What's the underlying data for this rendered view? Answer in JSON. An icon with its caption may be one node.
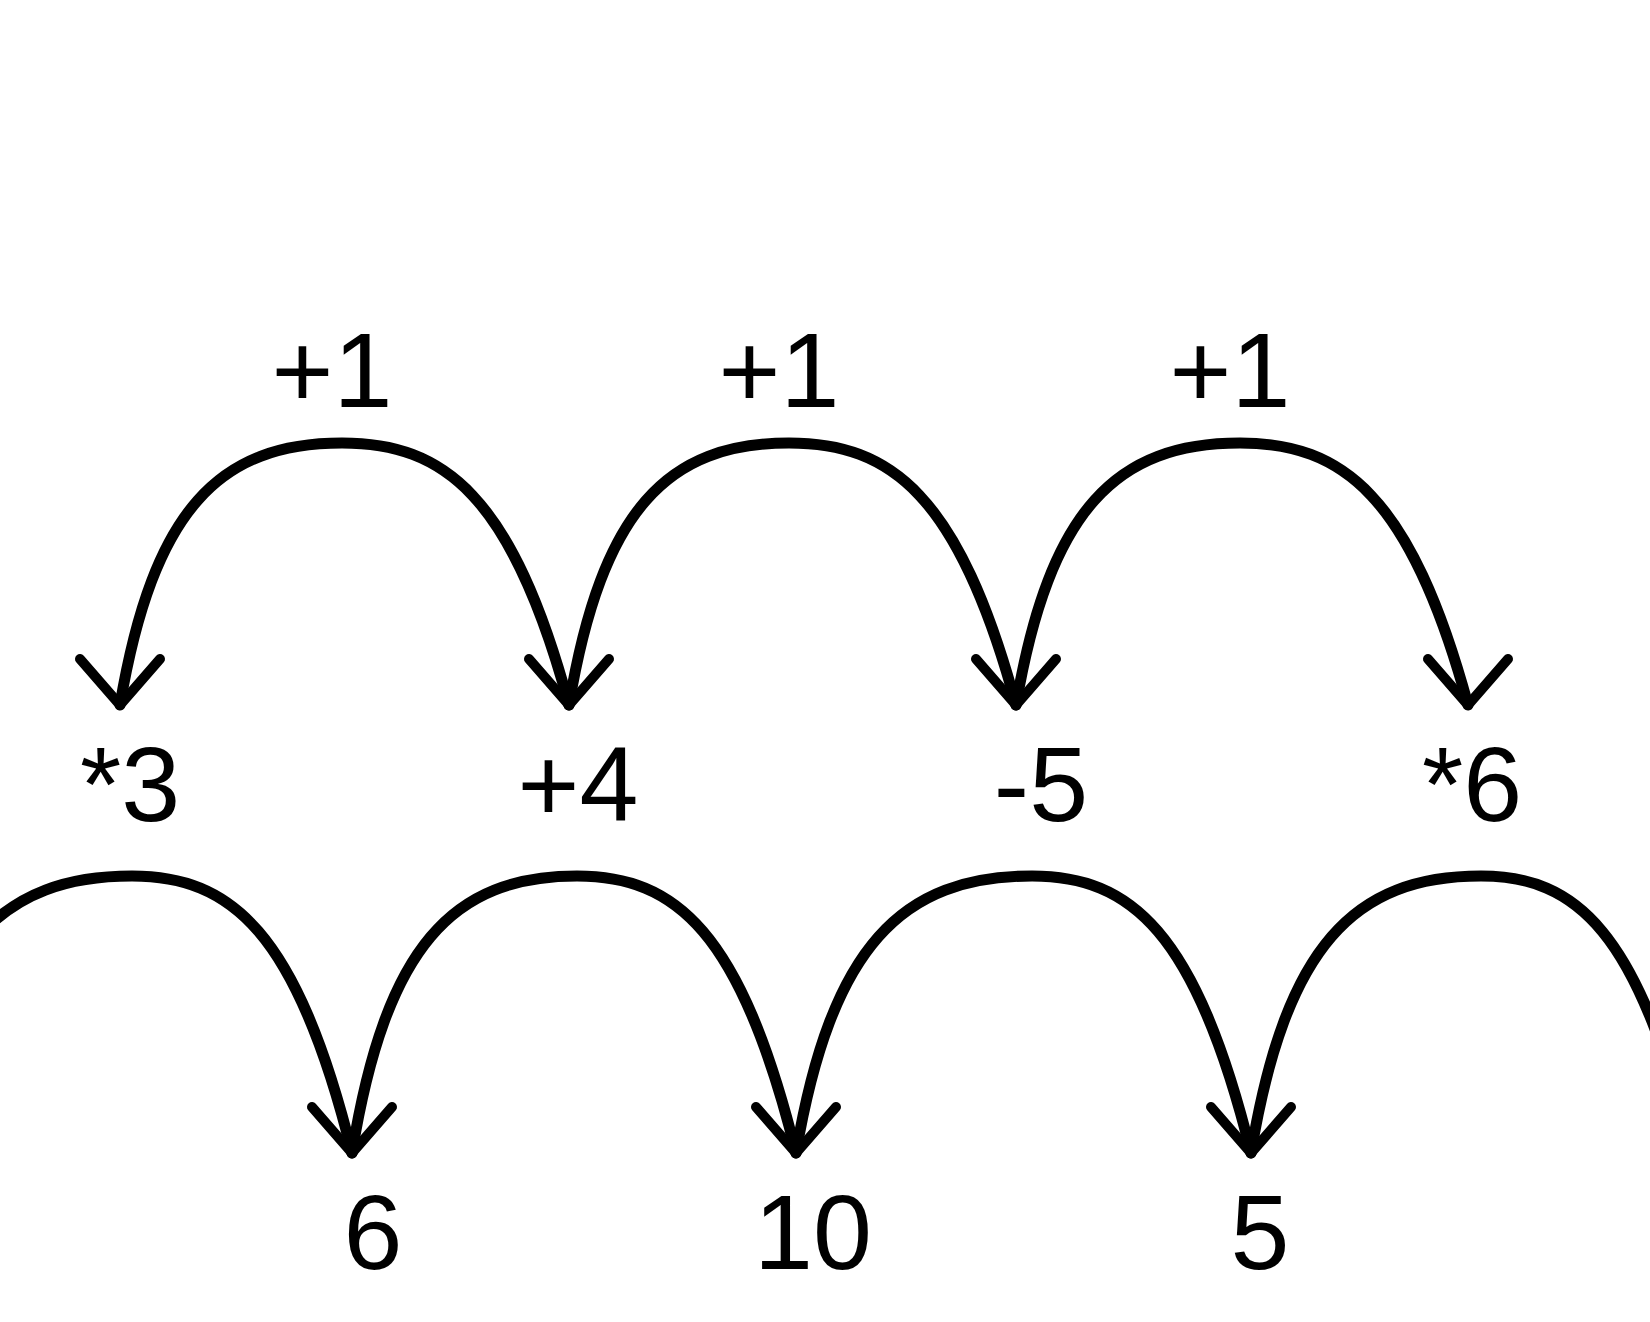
{
  "diagram": {
    "nodes": [
      {
        "text": [
          "*3"
        ]
      },
      {
        "text": [
          "+4"
        ]
      },
      {
        "text": [
          "-5"
        ]
      },
      {
        "text": [
          "*6"
        ]
      },
      {
        "text": [
          "6"
        ]
      },
      {
        "text": [
          "10"
        ]
      },
      {
        "text": [
          "5"
        ]
      }
    ],
    "edges": [
      {
        "from": 0,
        "to": 1,
        "arrow": "both",
        "label": "+1"
      },
      {
        "from": 1,
        "to": 2,
        "arrow": "to",
        "label": "+1"
      },
      {
        "from": 2,
        "to": 3,
        "arrow": "to",
        "label": "+1"
      },
      {
        "from": null,
        "to": 4,
        "arrow": "to"
      },
      {
        "from": 4,
        "to": 5,
        "arrow": "to"
      },
      {
        "from": 5,
        "to": 6,
        "arrow": "to"
      },
      {
        "from": 6,
        "to": null,
        "arrow": "none"
      }
    ]
  }
}
